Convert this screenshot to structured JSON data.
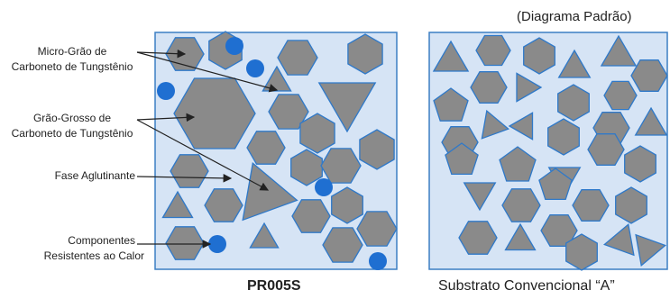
{
  "header_note": "(Diagrama Padrão)",
  "left_panel": {
    "title": "PR005S",
    "labels": [
      {
        "line1": "Micro-Grão de",
        "line2": "Carboneto de Tungstênio"
      },
      {
        "line1": "Grão-Grosso de",
        "line2": "Carboneto de Tungstênio"
      },
      {
        "line1": "Fase Aglutinante",
        "line2": ""
      },
      {
        "line1": "Componentes",
        "line2": "Resistentes ao Calor"
      }
    ]
  },
  "right_panel": {
    "title": "Substrato Convencional “A”"
  },
  "colors": {
    "panel_fill": "#d6e4f5",
    "panel_border": "#3b7fc4",
    "grain_fill": "#8a8a8a",
    "grain_stroke": "#2f79c9",
    "heat_component": "#1f6fd1",
    "arrow": "#222222"
  }
}
